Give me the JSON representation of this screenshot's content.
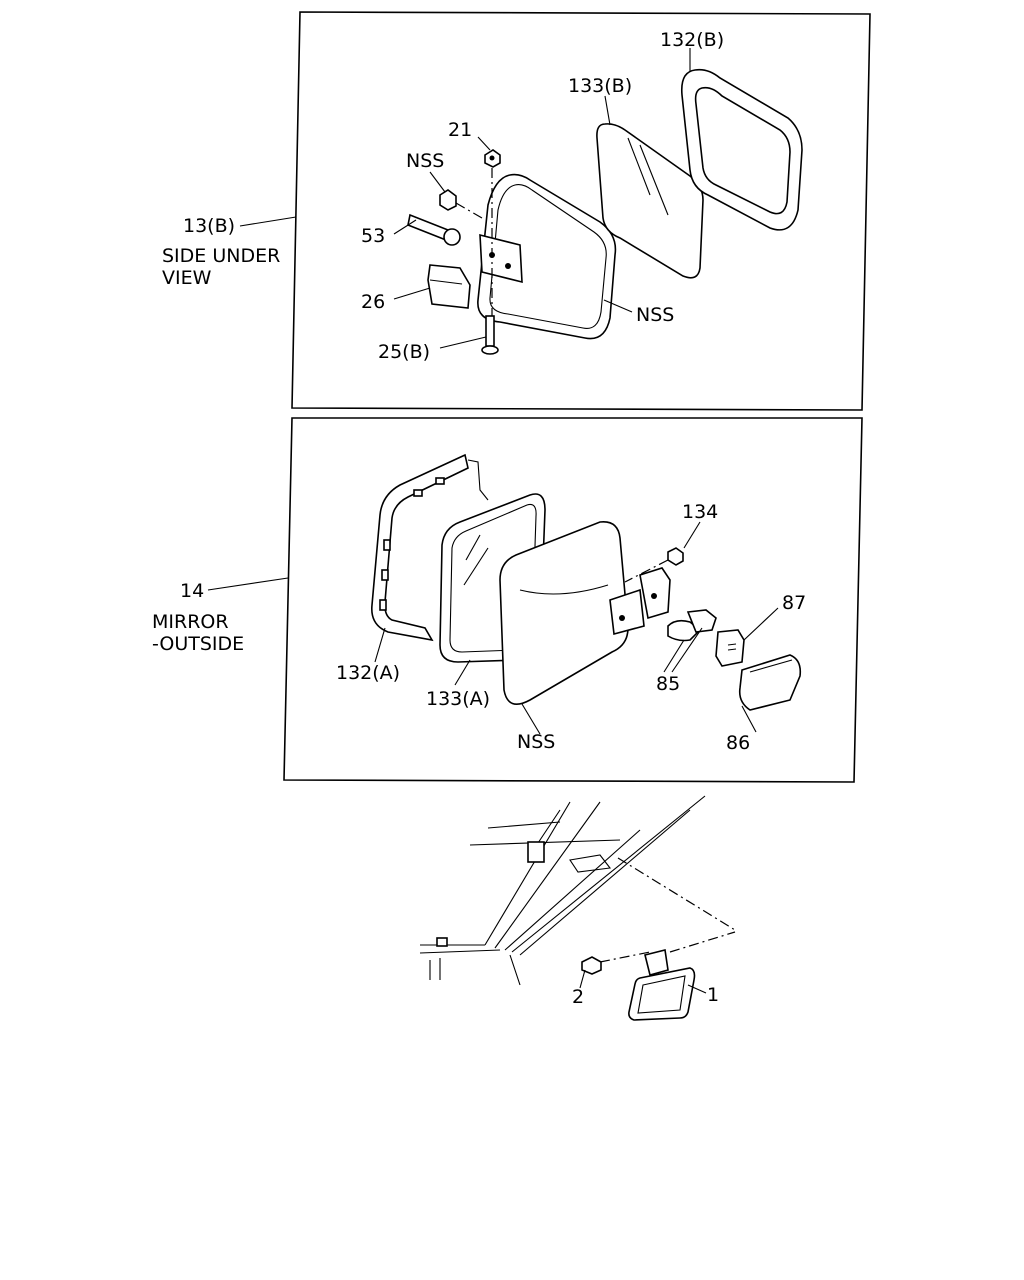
{
  "panel_b": {
    "assembly_ref": "13(B)",
    "caption_line1": "SIDE UNDER",
    "caption_line2": "VIEW",
    "labels": {
      "p21": "21",
      "nss_screw": "NSS",
      "p53": "53",
      "p26": "26",
      "p25b": "25(B)",
      "p133b": "133(B)",
      "p132b": "132(B)",
      "nss_body": "NSS"
    }
  },
  "panel_a": {
    "assembly_ref": "14",
    "caption_line1": "MIRROR",
    "caption_line2": "-OUTSIDE",
    "labels": {
      "p134": "134",
      "p87": "87",
      "p85": "85",
      "p86": "86",
      "p132a": "132(A)",
      "p133a": "133(A)",
      "nss_body": "NSS"
    }
  },
  "interior": {
    "labels": {
      "p2": "2",
      "p1": "1"
    }
  }
}
